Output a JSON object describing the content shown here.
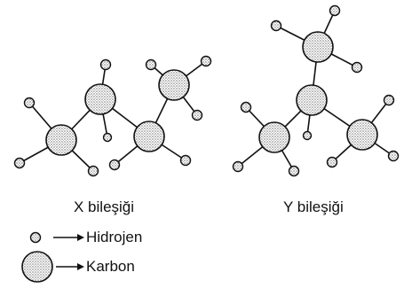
{
  "compounds": [
    {
      "label": "X bileşiği"
    },
    {
      "label": "Y bileşiği"
    }
  ],
  "legend": {
    "hydrogen": "Hidrojen",
    "carbon": "Karbon"
  },
  "colors": {
    "atom_fill": "#d9d9d9",
    "stroke": "#111111"
  }
}
